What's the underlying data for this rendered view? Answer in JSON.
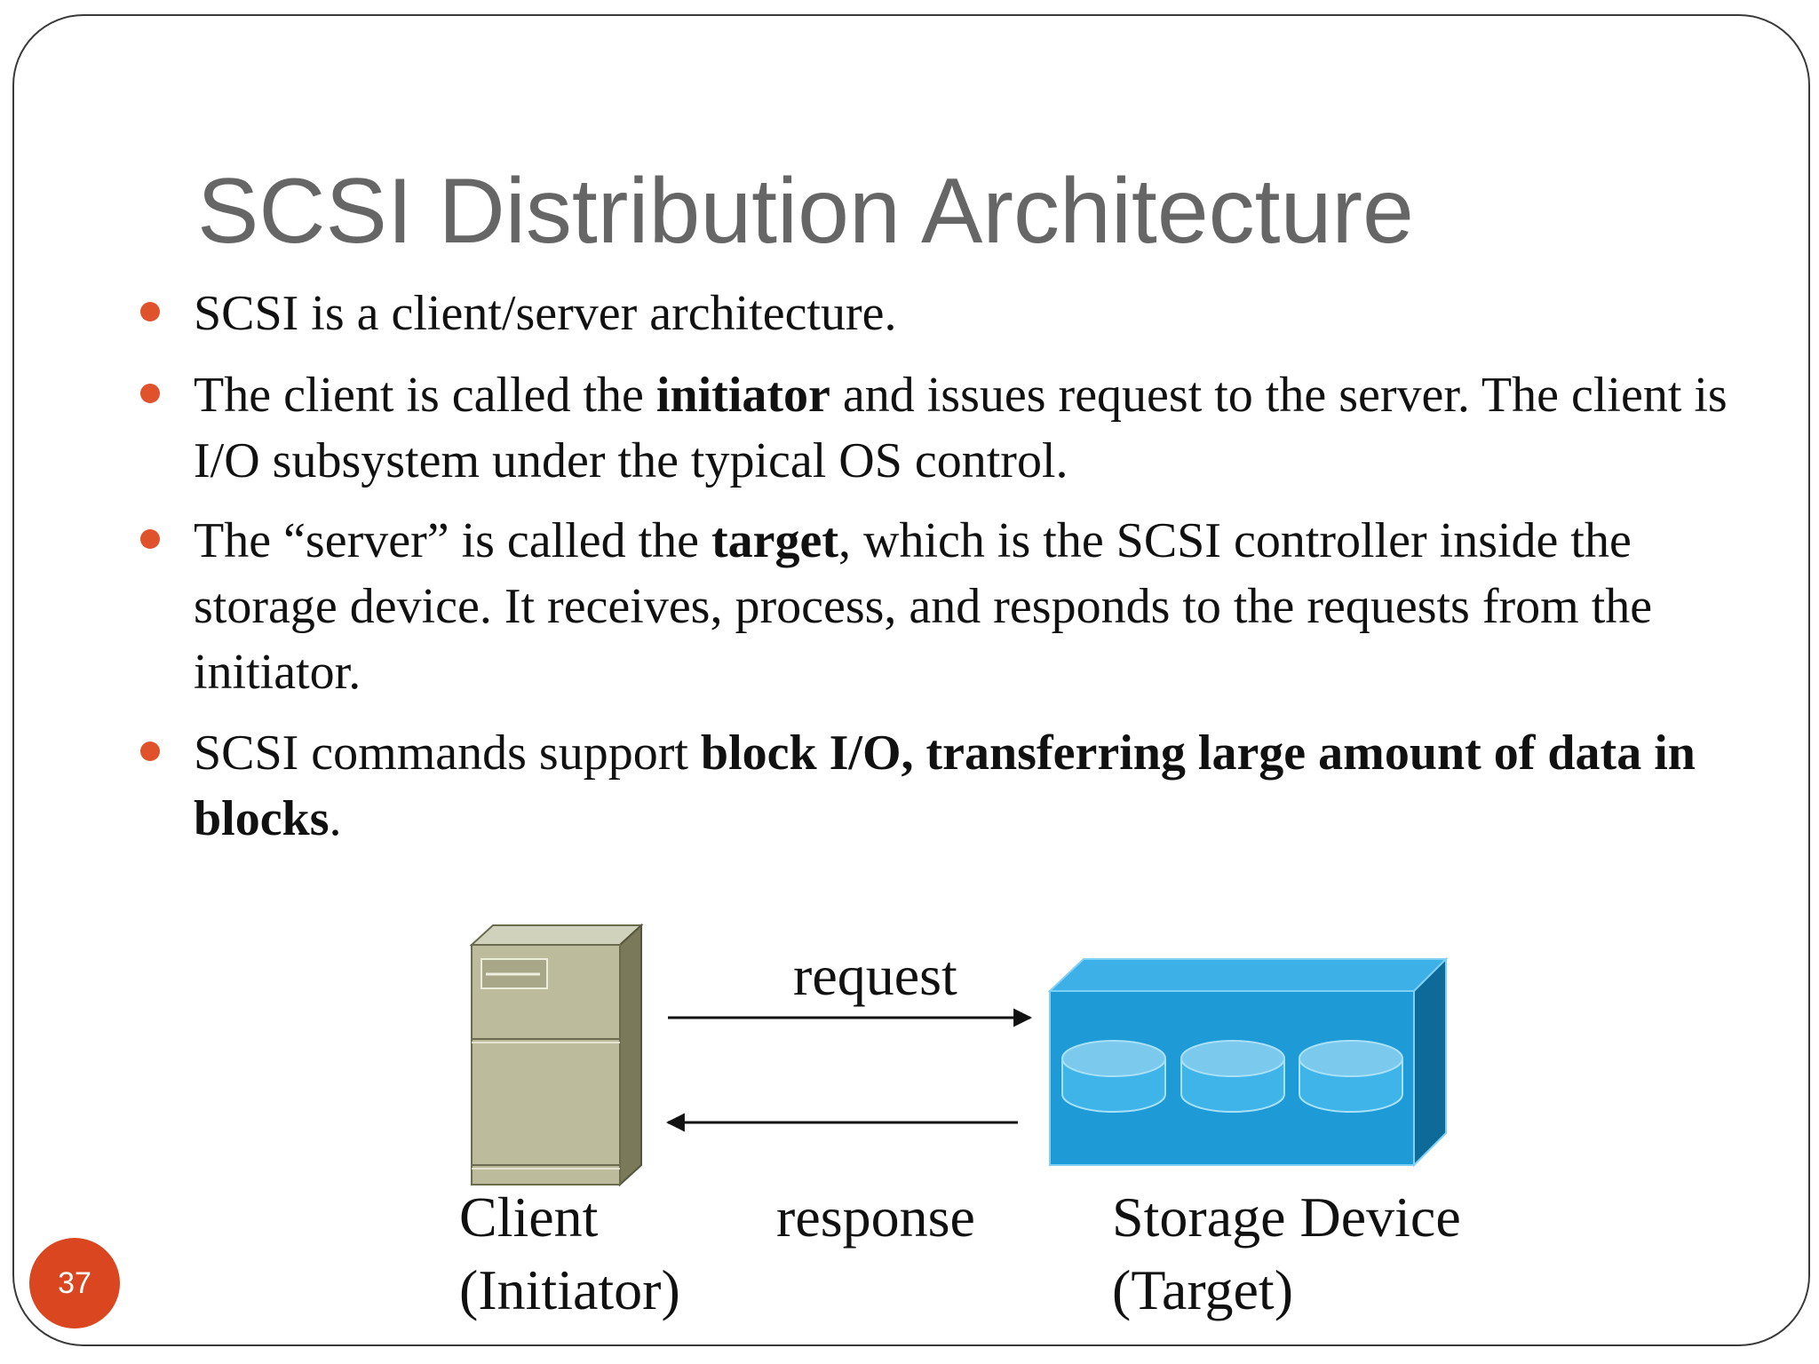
{
  "slide": {
    "title": "SCSI Distribution Architecture",
    "page_number": "37",
    "accent_color": "#e0522c",
    "bullets": [
      {
        "parts": [
          {
            "text": "SCSI is a client/server architecture.",
            "bold": false
          }
        ]
      },
      {
        "parts": [
          {
            "text": " The client is called the ",
            "bold": false
          },
          {
            "text": "initiator",
            "bold": true
          },
          {
            "text": " and issues request to the server.  The client is I/O subsystem under the typical OS control.",
            "bold": false
          }
        ]
      },
      {
        "parts": [
          {
            "text": "The “server” is called the ",
            "bold": false
          },
          {
            "text": "target",
            "bold": true
          },
          {
            "text": ", which is the SCSI controller inside the storage device.  It receives, process, and responds to the requests from the initiator.",
            "bold": false
          }
        ]
      },
      {
        "parts": [
          {
            "text": "SCSI commands support ",
            "bold": false
          },
          {
            "text": "block I/O, transferring large amount of data in blocks",
            "bold": true
          },
          {
            "text": ".",
            "bold": false
          }
        ]
      }
    ]
  },
  "diagram": {
    "client_label_line1": "Client",
    "client_label_line2": "(Initiator)",
    "request_label": "request",
    "response_label": "response",
    "storage_label_line1": "Storage Device",
    "storage_label_line2": "(Target)",
    "client_icon": "server-tower-icon",
    "storage_icon": "storage-array-icon",
    "storage_color": "#1e9ad6"
  }
}
